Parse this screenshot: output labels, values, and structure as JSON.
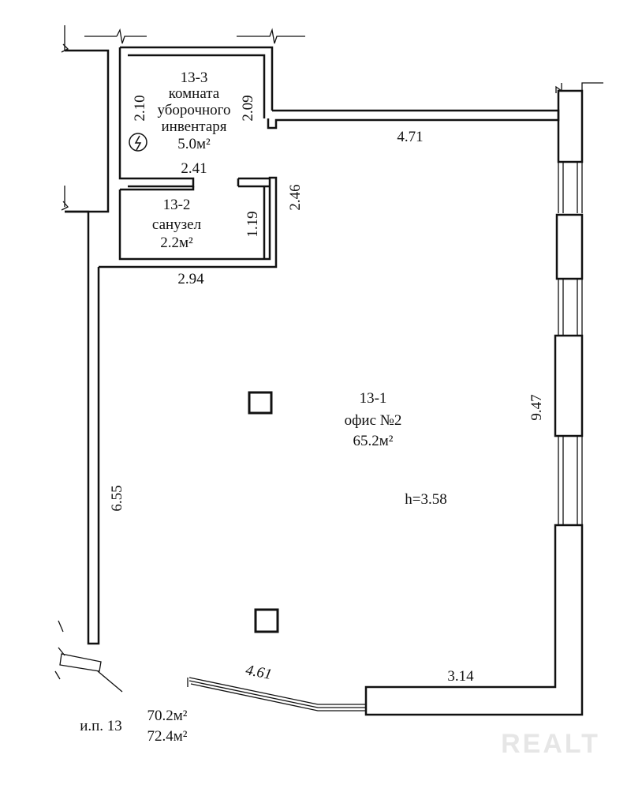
{
  "rooms": [
    {
      "id": "13-3",
      "name_lines": [
        "комната",
        "уборочного",
        "инвентаря"
      ],
      "area": "5.0м²"
    },
    {
      "id": "13-2",
      "name_lines": [
        "санузел"
      ],
      "area": "2.2м²"
    },
    {
      "id": "13-1",
      "name_lines": [
        "офис №2"
      ],
      "area": "65.2м²"
    }
  ],
  "ceiling_height": "h=3.58",
  "dimensions": {
    "r3_height": "2.10",
    "r3_right": "2.09",
    "r3_bottom": "2.41",
    "top_wall": "4.71",
    "r2_right_ext": "2.46",
    "r2_right": "1.19",
    "r2_bottom": "2.94",
    "left_wall": "6.55",
    "right_wall": "9.47",
    "bottom_angled": "4.61",
    "bottom_right": "3.14"
  },
  "footer": {
    "label": "и.п. 13",
    "area_1": "70.2м²",
    "area_2": "72.4м²"
  },
  "watermark": "REALT"
}
